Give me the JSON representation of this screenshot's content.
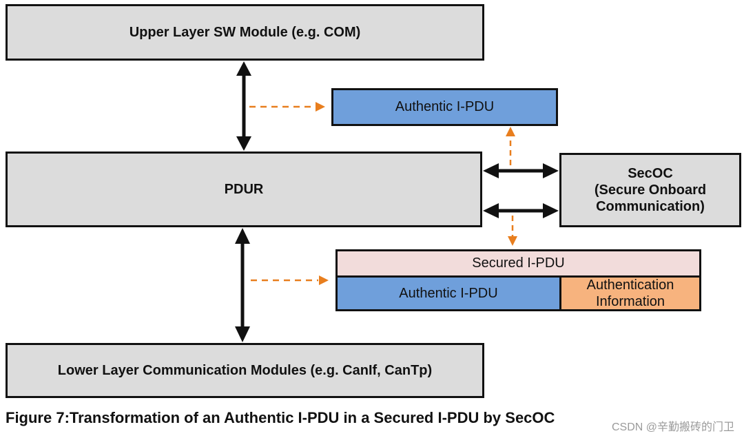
{
  "blocks": {
    "upper": "Upper Layer SW Module (e.g. COM)",
    "pdur": "PDUR",
    "lower": "Lower Layer Communication Modules (e.g. CanIf, CanTp)",
    "secoc_line1": "SecOC",
    "secoc_line2": "(Secure Onboard",
    "secoc_line3": "Communication)",
    "authentic_top": "Authentic I-PDU",
    "secured_header": "Secured I-PDU",
    "secured_authentic": "Authentic I-PDU",
    "auth_info_line1": "Authentication",
    "auth_info_line2": "Information"
  },
  "caption": "Figure 7:Transformation of an Authentic I-PDU in a Secured I-PDU by SecOC",
  "watermark": "CSDN @辛勤搬砖的门卫",
  "colors": {
    "module_fill": "#dcdcdc",
    "authentic_fill": "#6f9fdb",
    "secured_header_fill": "#f2dcdb",
    "auth_info_fill": "#f7b37e",
    "dashed_arrow": "#e87e1e",
    "solid_arrow": "#111111"
  }
}
